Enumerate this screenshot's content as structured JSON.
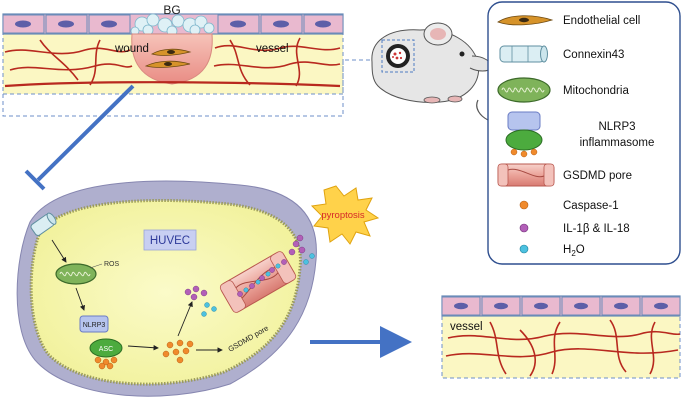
{
  "top_panel": {
    "bg_label": "BG",
    "wound_label": "wound",
    "vessel_label": "vessel"
  },
  "cell": {
    "huvec_label": "HUVEC",
    "ros_label": "ROS",
    "nlrp3_label": "NLRP3",
    "asc_label": "ASC",
    "gsdmd_pore_label": "GSDMD pore",
    "pyroptosis_label": "pyroptosis"
  },
  "bottom_right": {
    "vessel_label": "vessel"
  },
  "legend": {
    "items": [
      {
        "key": "endothelial",
        "label": "Endothelial cell"
      },
      {
        "key": "connexin",
        "label": "Connexin43"
      },
      {
        "key": "mito",
        "label": "Mitochondria"
      },
      {
        "key": "nlrp3",
        "label": "NLRP3",
        "label2": "inflammasome"
      },
      {
        "key": "gsdmd",
        "label": "GSDMD pore"
      },
      {
        "key": "casp",
        "label": "Caspase-1"
      },
      {
        "key": "il",
        "label": "IL-1β & IL-18"
      },
      {
        "key": "h2o",
        "label": "H",
        "sub": "2",
        "tail": "O"
      }
    ]
  },
  "colors": {
    "arrow_blue": "#4472c4",
    "cell_fill": "#f8f8b4",
    "vessel_red": "#c0281e",
    "caspase": "#f08a2c",
    "il": "#b25fb8",
    "h2o": "#4cc1e0",
    "pyro_star": "#ffd24a",
    "pyro_text": "#d62828"
  }
}
